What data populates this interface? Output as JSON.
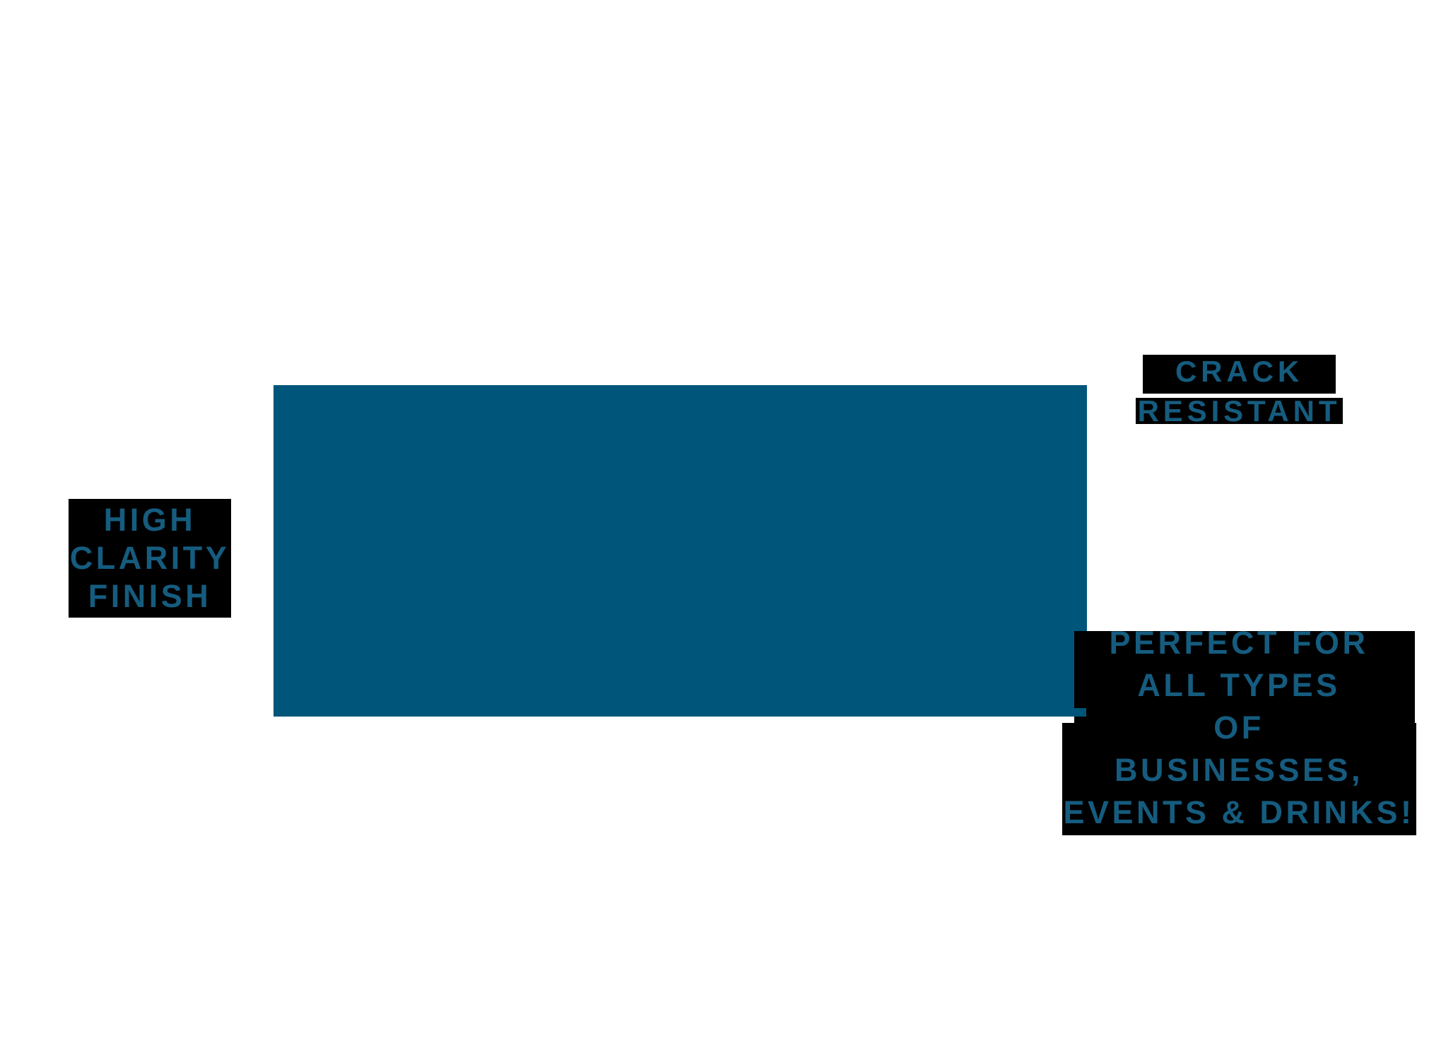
{
  "graphic": {
    "colors": {
      "background": "#FFFFFF",
      "placeholder_teal": "#00567A",
      "label_text_teal": "#155C7F",
      "label_highlight_black": "#000000"
    },
    "features": {
      "crack_resistant": {
        "lines": [
          "CRACK",
          "RESISTANT"
        ]
      },
      "high_clarity": {
        "lines": [
          "HIGH",
          "CLARITY",
          "FINISH"
        ]
      },
      "perfect_for": {
        "lines": [
          "PERFECT FOR",
          "ALL TYPES",
          "OF",
          "BUSINESSES,",
          "EVENTS & DRINKS!"
        ]
      }
    }
  }
}
